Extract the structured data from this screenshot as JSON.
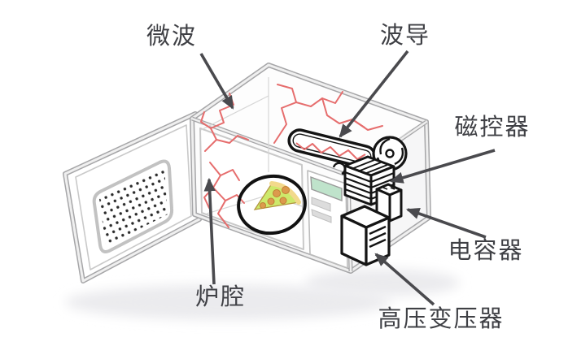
{
  "diagram": {
    "labels": {
      "microwave": {
        "text": "微波"
      },
      "waveguide": {
        "text": "波导"
      },
      "magnetron": {
        "text": "磁控器"
      },
      "capacitor": {
        "text": "电容器"
      },
      "transformer": {
        "text": "高压变压器"
      },
      "cavity": {
        "text": "炉腔"
      }
    },
    "parts": [
      "open-door",
      "mesh-window",
      "oven-body",
      "oven-cavity",
      "microwave-waves",
      "plate-circle",
      "pizza-slice",
      "control-panel",
      "display-screen",
      "waveguide-tube",
      "cooling-fan",
      "magnetron-block",
      "capacitor-block",
      "transformer-block",
      "leader-arrows"
    ],
    "colors": {
      "background": "#ffffff",
      "label_text": "#3f4045",
      "arrow": "#4a4a4e",
      "oven_outline": "#a6a6a8",
      "microwave_wave": "#e66d6d",
      "component_ink": "#141414",
      "pizza_body": "#cde96b",
      "pizza_crust": "#f2d98b",
      "pepperoni": "#dc9a4d",
      "display_green": "#bfe3cb",
      "shadow": "#ebebee"
    }
  }
}
